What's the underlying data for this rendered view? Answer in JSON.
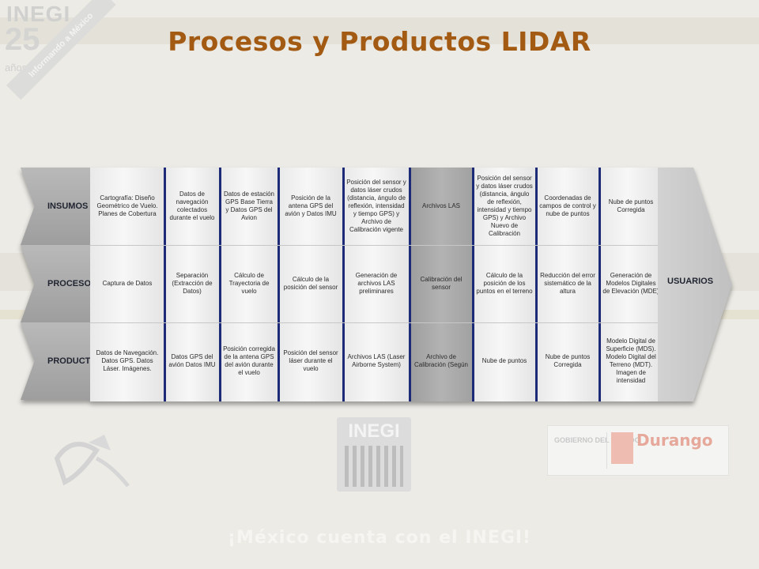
{
  "logo": {
    "inegi": "INEGI",
    "number": "25",
    "years": "años",
    "tagline": "Informando a México"
  },
  "title": "Procesos y Productos LIDAR",
  "rows": [
    "INSUMOS",
    "PROCESOS",
    "PRODUCTOS"
  ],
  "columns": [
    {
      "grey": false,
      "cells": [
        "Cartografía: Diseño Geométrico de Vuelo. Planes de Cobertura",
        "Captura de Datos",
        "Datos de Navegación. Datos GPS. Datos Láser. Imágenes."
      ]
    },
    {
      "grey": false,
      "cells": [
        "Datos de navegación colectados durante el vuelo",
        "Separación (Extracción de Datos)",
        "Datos GPS del avión Datos IMU"
      ]
    },
    {
      "grey": false,
      "cells": [
        "Datos de estación GPS Base Tierra y Datos GPS del Avion",
        "Cálculo de Trayectoria de vuelo",
        "Posición corregida de la antena GPS del avión durante el vuelo"
      ]
    },
    {
      "grey": false,
      "cells": [
        "Posición de la antena GPS del avión y Datos IMU",
        "Cálculo de la posición del sensor",
        "Posición del sensor láser durante el vuelo"
      ]
    },
    {
      "grey": false,
      "cells": [
        "Posición del sensor y datos láser crudos (distancia, ángulo de reflexión, intensidad y tiempo GPS) y Archivo de Calibración vigente",
        "Generación de archivos LAS preliminares",
        "Archivos LAS (Laser Airborne System)"
      ]
    },
    {
      "grey": true,
      "cells": [
        "Archivos LAS",
        "Calibración del sensor",
        "Archivo de Calibración (Según"
      ]
    },
    {
      "grey": false,
      "cells": [
        "Posición del sensor y datos láser crudos (distancia, ángulo de reflexión, intensidad y tiempo GPS) y Archivo Nuevo de Calibración",
        "Cálculo de la posición de los puntos en el terreno",
        "Nube de puntos"
      ]
    },
    {
      "grey": false,
      "cells": [
        "Coordenadas de campos de control y nube de puntos",
        "Reducción del error sistemático de la altura",
        "Nube de puntos Corregida"
      ]
    },
    {
      "grey": false,
      "cells": [
        "Nube de puntos Corregida",
        "Generación de Modelos Digitales de Elevación (MDE)",
        "Modelo Digital de Superficie (MDS). Modelo Digital del Terreno (MDT). Imagen de intensidad"
      ]
    }
  ],
  "usuarios": "USUARIOS",
  "footer": {
    "center_logo": "INEGI",
    "gobierno": "GOBIERNO DEL ESTADO",
    "durango": "Durango",
    "slogan": "¡México cuenta con el INEGI!"
  },
  "colors": {
    "title": "#a35a13",
    "separator": "#1c2a78",
    "background": "#ecebe6"
  }
}
